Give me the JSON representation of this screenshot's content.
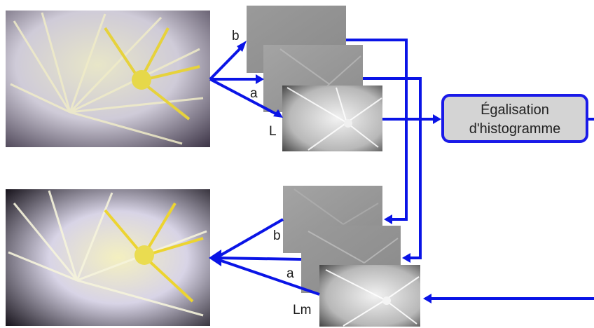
{
  "diagram": {
    "process_box": {
      "line1": "Égalisation",
      "line2": "d'histogramme"
    },
    "top_channels": {
      "b": "b",
      "a": "a",
      "L": "L"
    },
    "bottom_channels": {
      "b": "b",
      "a": "a",
      "Lm": "Lm"
    },
    "images": {
      "input": "color-flower-photo",
      "output": "enhanced-color-flower-photo",
      "channel_b": "grayscale-channel-b",
      "channel_a": "grayscale-channel-a",
      "channel_L": "grayscale-channel-L",
      "channel_Lm": "grayscale-channel-Lm"
    },
    "colors": {
      "arrow": "#0a14e6",
      "box_border": "#1a1ae8",
      "box_fill": "#d4d4d4"
    }
  }
}
